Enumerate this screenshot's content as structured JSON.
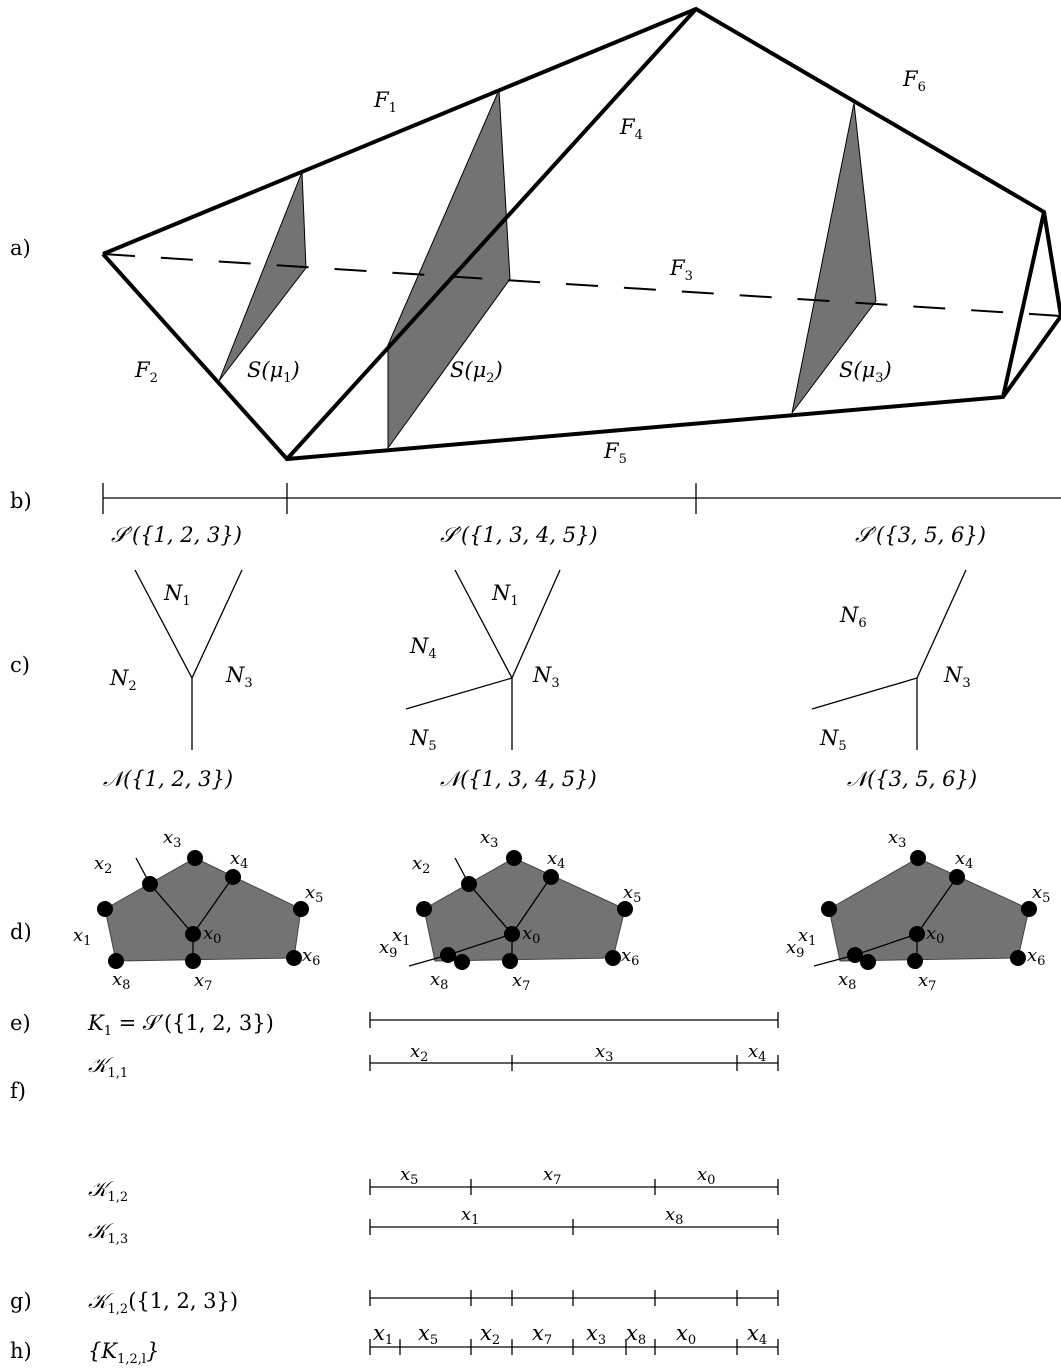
{
  "row_labels": {
    "a": "a)",
    "b": "b)",
    "c": "c)",
    "d": "d)",
    "e": "e)",
    "f": "f)",
    "g": "g)",
    "h": "h)"
  },
  "faces": {
    "f1": "F",
    "f1s": "1",
    "f2": "F",
    "f2s": "2",
    "f3": "F",
    "f3s": "3",
    "f4": "F",
    "f4s": "4",
    "f5": "F",
    "f5s": "5",
    "f6": "F",
    "f6s": "6"
  },
  "slices": {
    "s1": "S(μ",
    "s1s": "1",
    "s1e": ")",
    "s2": "S(μ",
    "s2s": "2",
    "s2e": ")",
    "s3": "S(μ",
    "s3s": "3",
    "s3e": ")"
  },
  "intervals_b": {
    "i1": "𝒮′({1, 2, 3})",
    "i2": "𝒮′({1, 3, 4, 5})",
    "i3": "𝒮′({3, 5, 6})"
  },
  "normals": {
    "fan1": {
      "n1": "N",
      "n1s": "1",
      "n2": "N",
      "n2s": "2",
      "n3": "N",
      "n3s": "3",
      "caption": "𝒩({1, 2, 3})"
    },
    "fan2": {
      "n1": "N",
      "n1s": "1",
      "n4": "N",
      "n4s": "4",
      "n3": "N",
      "n3s": "3",
      "n5": "N",
      "n5s": "5",
      "caption": "𝒩({1, 3, 4, 5})"
    },
    "fan3": {
      "n6": "N",
      "n6s": "6",
      "n3": "N",
      "n3s": "3",
      "n5": "N",
      "n5s": "5",
      "caption": "𝒩({3, 5, 6})"
    }
  },
  "vertex_labels": {
    "x": "x",
    "s0": "0",
    "s1": "1",
    "s2": "2",
    "s3": "3",
    "s4": "4",
    "s5": "5",
    "s6": "6",
    "s7": "7",
    "s8": "8",
    "s9": "9"
  },
  "bars": {
    "e_label": "K",
    "e_sub": "1",
    "e_rest": " = 𝒮′({1, 2, 3})",
    "k11": "𝒦",
    "k11s": "1,1",
    "k12": "𝒦",
    "k12s": "1,2",
    "k13": "𝒦",
    "k13s": "1,3",
    "g_label": "𝒦",
    "g_sub": "1,2",
    "g_rest": "({1, 2, 3})",
    "h_label": "{K",
    "h_sub": "1,2,l",
    "h_rest": "}"
  }
}
